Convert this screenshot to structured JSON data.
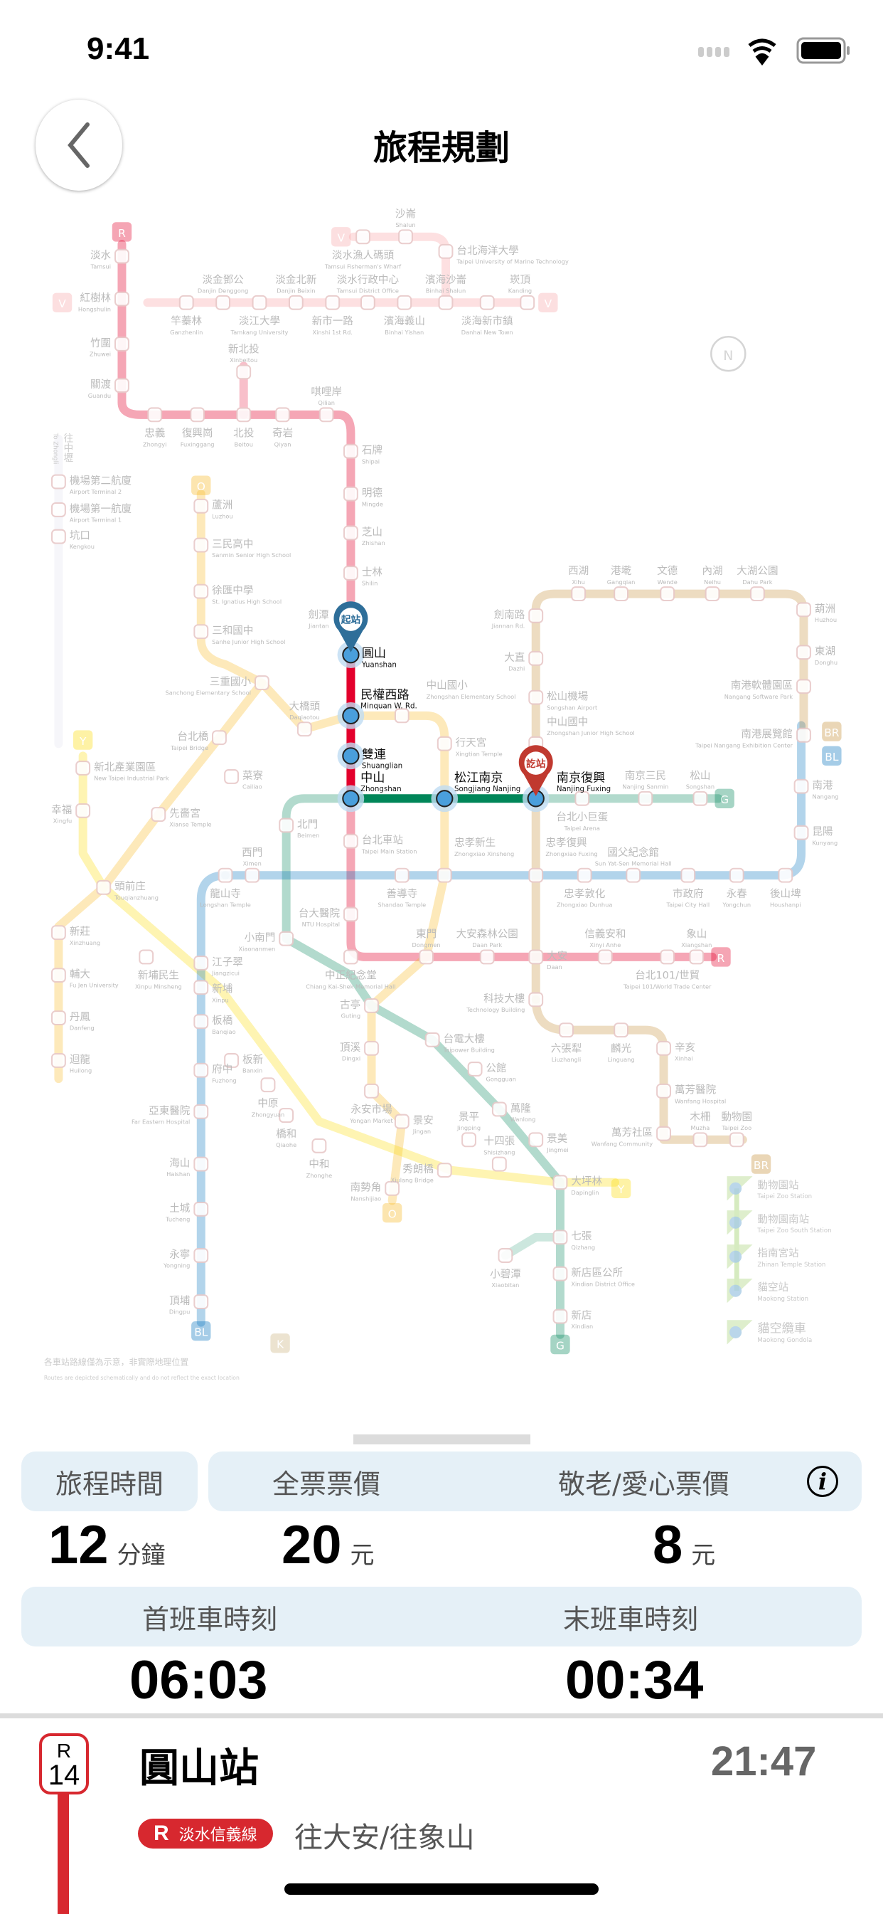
{
  "status": {
    "time": "9:41"
  },
  "header": {
    "title": "旅程規劃",
    "back_icon": "chevron-left-icon"
  },
  "map": {
    "start_pin": "起站",
    "end_pin": "訖站",
    "compass": "N",
    "to_zhongli": "往中壢",
    "to_zhongli_en": "To Zhongli",
    "disclaimer": "各車站路線僅為示意，非實際地理位置",
    "disclaimer_en": "Routes are depicted schematically and do not reflect the exact location",
    "colors": {
      "R": "#e3002c",
      "G": "#008659",
      "BL": "#0070bd",
      "BR": "#c48c31",
      "O": "#f8b61c",
      "Y": "#fddb00",
      "V": "#f9a5a9",
      "highlight_station": "#4a9fdc"
    },
    "badges": [
      "R",
      "R",
      "V",
      "V",
      "V",
      "O",
      "O",
      "Y",
      "Y",
      "BL",
      "BL",
      "BR",
      "BR",
      "G",
      "G",
      "K"
    ],
    "stations": [
      {
        "zh": "淡水",
        "en": "Tamsui"
      },
      {
        "zh": "紅樹林",
        "en": "Hongshulin"
      },
      {
        "zh": "竹圍",
        "en": "Zhuwei"
      },
      {
        "zh": "關渡",
        "en": "Guandu"
      },
      {
        "zh": "忠義",
        "en": "Zhongyi"
      },
      {
        "zh": "復興崗",
        "en": "Fuxinggang"
      },
      {
        "zh": "北投",
        "en": "Beitou"
      },
      {
        "zh": "奇岩",
        "en": "Qiyan"
      },
      {
        "zh": "唭哩岸",
        "en": "Qilian"
      },
      {
        "zh": "新北投",
        "en": "Xinbeitou"
      },
      {
        "zh": "石牌",
        "en": "Shipai"
      },
      {
        "zh": "明德",
        "en": "Mingde"
      },
      {
        "zh": "芝山",
        "en": "Zhishan"
      },
      {
        "zh": "士林",
        "en": "Shilin"
      },
      {
        "zh": "劍潭",
        "en": "Jiantan"
      },
      {
        "zh": "圓山",
        "en": "Yuanshan"
      },
      {
        "zh": "民權西路",
        "en": "Minquan W. Rd."
      },
      {
        "zh": "雙連",
        "en": "Shuanglian"
      },
      {
        "zh": "中山",
        "en": "Zhongshan"
      },
      {
        "zh": "台北車站",
        "en": "Taipei Main Station"
      },
      {
        "zh": "台大醫院",
        "en": "NTU Hospital"
      },
      {
        "zh": "中正紀念堂",
        "en": "Chiang Kai-Shek Memorial Hall"
      },
      {
        "zh": "東門",
        "en": "Dongmen"
      },
      {
        "zh": "大安森林公園",
        "en": "Daan Park"
      },
      {
        "zh": "大安",
        "en": "Daan"
      },
      {
        "zh": "信義安和",
        "en": "Xinyi Anhe"
      },
      {
        "zh": "台北101/世貿",
        "en": "Taipei 101/World Trade Center"
      },
      {
        "zh": "象山",
        "en": "Xiangshan"
      },
      {
        "zh": "松江南京",
        "en": "Songjiang Nanjing"
      },
      {
        "zh": "南京復興",
        "en": "Nanjing Fuxing"
      },
      {
        "zh": "台北小巨蛋",
        "en": "Taipei Arena"
      },
      {
        "zh": "南京三民",
        "en": "Nanjing Sanmin"
      },
      {
        "zh": "松山",
        "en": "Songshan"
      },
      {
        "zh": "北門",
        "en": "Beimen"
      },
      {
        "zh": "小南門",
        "en": "Xiaonanmen"
      },
      {
        "zh": "古亭",
        "en": "Guting"
      },
      {
        "zh": "台電大樓",
        "en": "Taipower Building"
      },
      {
        "zh": "公館",
        "en": "Gongguan"
      },
      {
        "zh": "萬隆",
        "en": "Wanlong"
      },
      {
        "zh": "景美",
        "en": "Jingmei"
      },
      {
        "zh": "大坪林",
        "en": "Dapinglin"
      },
      {
        "zh": "七張",
        "en": "Qizhang"
      },
      {
        "zh": "新店區公所",
        "en": "Xindian District Office"
      },
      {
        "zh": "新店",
        "en": "Xindian"
      },
      {
        "zh": "小碧潭",
        "en": "Xiaobitan"
      },
      {
        "zh": "西門",
        "en": "Ximen"
      },
      {
        "zh": "龍山寺",
        "en": "Longshan Temple"
      },
      {
        "zh": "江子翠",
        "en": "Jiangzicui"
      },
      {
        "zh": "新埔",
        "en": "Xinpu"
      },
      {
        "zh": "板橋",
        "en": "Banqiao"
      },
      {
        "zh": "府中",
        "en": "Fuzhong"
      },
      {
        "zh": "亞東醫院",
        "en": "Far Eastern Hospital"
      },
      {
        "zh": "海山",
        "en": "Haishan"
      },
      {
        "zh": "土城",
        "en": "Tucheng"
      },
      {
        "zh": "永寧",
        "en": "Yongning"
      },
      {
        "zh": "頂埔",
        "en": "Dingpu"
      },
      {
        "zh": "善導寺",
        "en": "Shandao Temple"
      },
      {
        "zh": "忠孝新生",
        "en": "Zhongxiao Xinsheng"
      },
      {
        "zh": "忠孝復興",
        "en": "Zhongxiao Fuxing"
      },
      {
        "zh": "忠孝敦化",
        "en": "Zhongxiao Dunhua"
      },
      {
        "zh": "國父紀念館",
        "en": "Sun Yat-Sen Memorial Hall"
      },
      {
        "zh": "市政府",
        "en": "Taipei City Hall"
      },
      {
        "zh": "永春",
        "en": "Yongchun"
      },
      {
        "zh": "後山埤",
        "en": "Houshanpi"
      },
      {
        "zh": "昆陽",
        "en": "Kunyang"
      },
      {
        "zh": "南港",
        "en": "Nangang"
      },
      {
        "zh": "劍南路",
        "en": "Jiannan Rd."
      },
      {
        "zh": "大直",
        "en": "Dazhi"
      },
      {
        "zh": "松山機場",
        "en": "Songshan Airport"
      },
      {
        "zh": "中山國中",
        "en": "Zhongshan Junior High School"
      },
      {
        "zh": "科技大樓",
        "en": "Technology Building"
      },
      {
        "zh": "六張犁",
        "en": "Liuzhangli"
      },
      {
        "zh": "麟光",
        "en": "Linguang"
      },
      {
        "zh": "辛亥",
        "en": "Xinhai"
      },
      {
        "zh": "萬芳醫院",
        "en": "Wanfang Hospital"
      },
      {
        "zh": "萬芳社區",
        "en": "Wanfang Community"
      },
      {
        "zh": "木柵",
        "en": "Muzha"
      },
      {
        "zh": "動物園",
        "en": "Taipei Zoo"
      },
      {
        "zh": "西湖",
        "en": "Xihu"
      },
      {
        "zh": "港墘",
        "en": "Gangqian"
      },
      {
        "zh": "文德",
        "en": "Wende"
      },
      {
        "zh": "內湖",
        "en": "Neihu"
      },
      {
        "zh": "大湖公園",
        "en": "Dahu Park"
      },
      {
        "zh": "葫洲",
        "en": "Huzhou"
      },
      {
        "zh": "東湖",
        "en": "Donghu"
      },
      {
        "zh": "南港軟體園區",
        "en": "Nangang Software Park"
      },
      {
        "zh": "南港展覽館",
        "en": "Taipei Nangang Exhibition Center"
      },
      {
        "zh": "蘆洲",
        "en": "Luzhou"
      },
      {
        "zh": "三民高中",
        "en": "Sanmin Senior High School"
      },
      {
        "zh": "徐匯中學",
        "en": "St. Ignatius High School"
      },
      {
        "zh": "三和國中",
        "en": "Sanhe Junior High School"
      },
      {
        "zh": "三重國小",
        "en": "Sanchong Elementary School"
      },
      {
        "zh": "大橋頭",
        "en": "Daqiaotou"
      },
      {
        "zh": "中山國小",
        "en": "Zhongshan Elementary School"
      },
      {
        "zh": "行天宮",
        "en": "Xingtian Temple"
      },
      {
        "zh": "頂溪",
        "en": "Dingxi"
      },
      {
        "zh": "永安市場",
        "en": "Yongan Market"
      },
      {
        "zh": "景安",
        "en": "Jingan"
      },
      {
        "zh": "南勢角",
        "en": "Nanshijiao"
      },
      {
        "zh": "台北橋",
        "en": "Taipei Bridge"
      },
      {
        "zh": "菜寮",
        "en": "Cailiao"
      },
      {
        "zh": "先嗇宮",
        "en": "Xianse Temple"
      },
      {
        "zh": "頭前庄",
        "en": "Touqianzhuang"
      },
      {
        "zh": "新莊",
        "en": "Xinzhuang"
      },
      {
        "zh": "輔大",
        "en": "Fu Jen University"
      },
      {
        "zh": "丹鳳",
        "en": "Danfeng"
      },
      {
        "zh": "迴龍",
        "en": "Huilong"
      },
      {
        "zh": "新北產業園區",
        "en": "New Taipei Industrial Park"
      },
      {
        "zh": "幸福",
        "en": "Xingfu"
      },
      {
        "zh": "新埔民生",
        "en": "Xinpu Minsheng"
      },
      {
        "zh": "板新",
        "en": "Banxin"
      },
      {
        "zh": "中原",
        "en": "Zhongyuan"
      },
      {
        "zh": "橋和",
        "en": "Qiaohe"
      },
      {
        "zh": "中和",
        "en": "Zhonghe"
      },
      {
        "zh": "秀朗橋",
        "en": "Xiulang Bridge"
      },
      {
        "zh": "景平",
        "en": "Jingping"
      },
      {
        "zh": "十四張",
        "en": "Shisizhang"
      },
      {
        "zh": "竿蓁林",
        "en": "Ganzhenlin"
      },
      {
        "zh": "淡金鄧公",
        "en": "Danjin Denggong"
      },
      {
        "zh": "淡江大學",
        "en": "Tamkang University"
      },
      {
        "zh": "淡金北新",
        "en": "Danjin Beixin"
      },
      {
        "zh": "新市一路",
        "en": "Xinshi 1st Rd."
      },
      {
        "zh": "淡水行政中心",
        "en": "Tamsui District Office"
      },
      {
        "zh": "濱海義山",
        "en": "Binhai Yishan"
      },
      {
        "zh": "濱海沙崙",
        "en": "Binhai Shalun"
      },
      {
        "zh": "淡海新市鎮",
        "en": "Danhai New Town"
      },
      {
        "zh": "崁頂",
        "en": "Kanding"
      },
      {
        "zh": "台北海洋大學",
        "en": "Taipei University of Marine Technology"
      },
      {
        "zh": "沙崙",
        "en": "Shalun"
      },
      {
        "zh": "淡水漁人碼頭",
        "en": "Tamsui Fisherman's Wharf"
      },
      {
        "zh": "機場第二航廈",
        "en": "Airport Terminal 2"
      },
      {
        "zh": "機場第一航廈",
        "en": "Airport Terminal 1"
      },
      {
        "zh": "坑口",
        "en": "Kengkou"
      }
    ],
    "gondola": [
      {
        "zh": "動物園站",
        "en": "Taipei Zoo Station"
      },
      {
        "zh": "動物園南站",
        "en": "Taipei Zoo South Station"
      },
      {
        "zh": "指南宮站",
        "en": "Zhinan Temple Station"
      },
      {
        "zh": "貓空站",
        "en": "Maokong Station"
      },
      {
        "zh": "貓空纜車",
        "en": "Maokong Gondola"
      }
    ]
  },
  "summary": {
    "travel_time_label": "旅程時間",
    "travel_time": "12",
    "travel_time_unit": "分鐘",
    "full_fare_label": "全票票價",
    "full_fare": "20",
    "fare_unit": "元",
    "concession_label": "敬老/愛心票價",
    "concession_fare": "8",
    "info_icon": "i",
    "first_train_label": "首班車時刻",
    "first_train": "06:03",
    "last_train_label": "末班車時刻",
    "last_train": "00:34"
  },
  "route": {
    "badge_line": "R",
    "badge_num": "14",
    "station": "圓山站",
    "time": "21:47",
    "line_code": "R",
    "line_name": "淡水信義線",
    "direction": "往大安/往象山"
  }
}
